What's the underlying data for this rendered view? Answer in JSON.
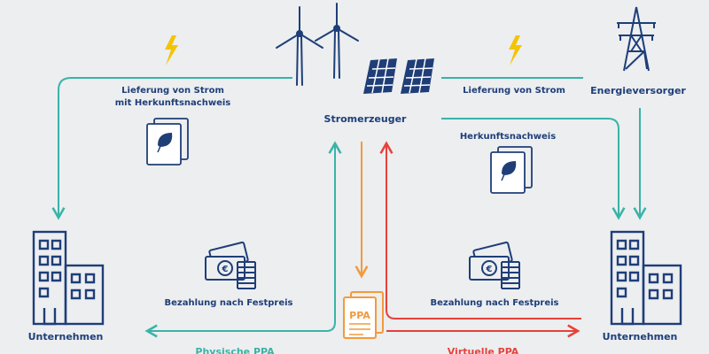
{
  "diagram": {
    "labels": {
      "generator": "Stromerzeuger",
      "supplier": "Energieversorger",
      "delivery_left_line1": "Lieferung von Strom",
      "delivery_left_line2": "mit Herkunftsnachweis",
      "delivery_right": "Lieferung von Strom",
      "certificate": "Herkunftsnachweis",
      "payment_left": "Bezahlung nach Festpreis",
      "payment_right": "Bezahlung nach Festpreis",
      "company_left": "Unternehmen",
      "company_right": "Unternehmen",
      "physical_ppa": "Physische PPA",
      "virtual_ppa": "Virtuelle PPA",
      "ppa_doc": "PPA",
      "euro_sign": "€"
    },
    "colors": {
      "background": "#eceef0",
      "dark_blue": "#1f3e78",
      "teal": "#3ab3a8",
      "orange": "#f39a3b",
      "red": "#e8413a",
      "yellow": "#f5c400"
    },
    "icons": [
      "lightning-icon",
      "wind-turbine-icon",
      "solar-panel-icon",
      "power-pylon-icon",
      "certificate-document-icon",
      "money-coins-icon",
      "office-building-icon",
      "ppa-document-icon"
    ]
  }
}
